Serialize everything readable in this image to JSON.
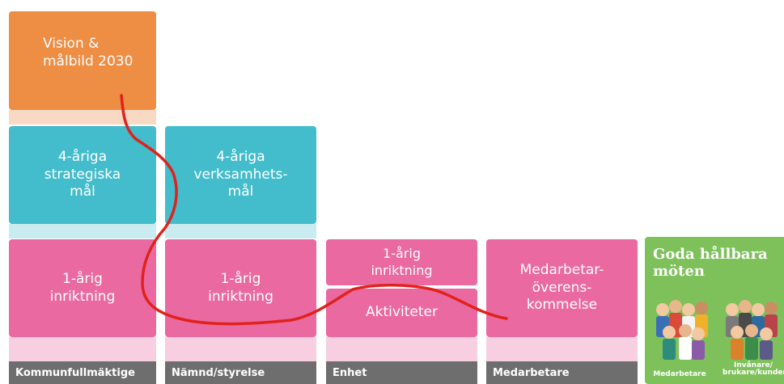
{
  "columns": {
    "vision": {
      "label": "Vision &\nmålbild 2030"
    },
    "kommun": {
      "goal": "4-åriga\nstrategiska\nmål",
      "direction": "1-årig\ninriktning",
      "footer": "Kommunfullmäktige"
    },
    "namnd": {
      "goal": "4-åriga\nverksamhets-\nmål",
      "direction": "1-årig\ninriktning",
      "footer": "Nämnd/styrelse"
    },
    "enhet": {
      "direction": "1-årig\ninriktning",
      "activities": "Aktiviteter",
      "footer": "Enhet"
    },
    "medarbetare": {
      "agreement": "Medarbetar-\növerens-\nkommelse",
      "footer": "Medarbetare"
    }
  },
  "green_panel": {
    "title": "Goda hållbara\nmöten",
    "group_left": "Medarbetare",
    "group_right": "Invånare/\nbrukare/kunder"
  },
  "colors": {
    "orange": "#ee8d44",
    "teal": "#43bccb",
    "pink": "#ea69a1",
    "light_orange": "#f8d9c3",
    "light_teal": "#c9ecf0",
    "light_pink": "#f7cfe0",
    "footer_gray": "#6e6e6e",
    "green": "#7ec15b",
    "red_line": "#e0221b"
  }
}
